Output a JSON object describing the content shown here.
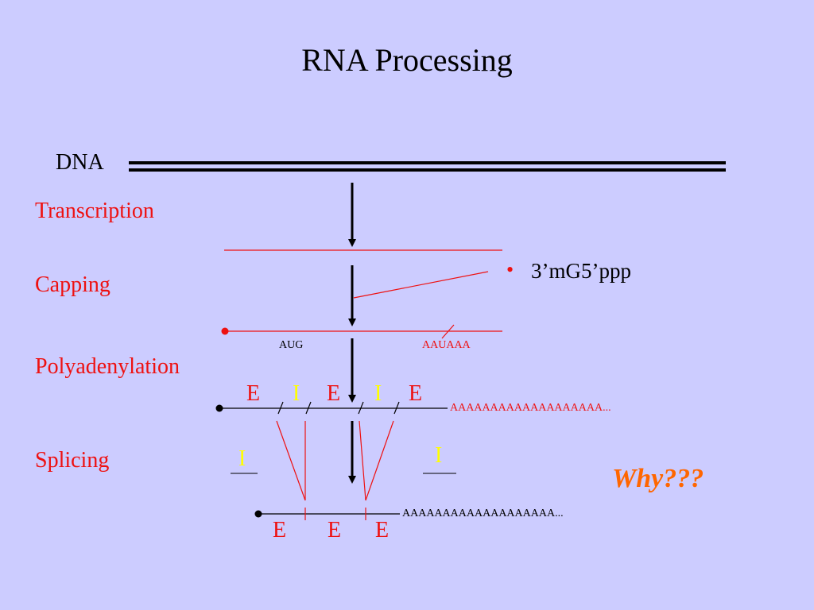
{
  "title": "RNA Processing",
  "dna_label": "DNA",
  "steps": {
    "transcription": "Transcription",
    "capping": "Capping",
    "polyadenylation": "Polyadenylation",
    "splicing": "Splicing"
  },
  "cap": {
    "bullet": "•",
    "text": "3’mG5’ppp"
  },
  "markers": {
    "aug": "AUG",
    "aauaaa": "AAUAAA"
  },
  "pre_mrna_segments": [
    "E",
    "I",
    "E",
    "I",
    "E"
  ],
  "poly_a_tail": "AAAAAAAAAAAAAAAAAAA...",
  "removed_introns": [
    "I",
    "I"
  ],
  "mature_exons": [
    "E",
    "E",
    "E"
  ],
  "mature_tail": "AAAAAAAAAAAAAAAAAAA...",
  "question": "Why???",
  "colors": {
    "background": "#ccccff",
    "step_text": "#ee1111",
    "exon": "#ee1111",
    "intron": "#ffff00",
    "question": "#ff6600",
    "rna_line": "#ee1111"
  }
}
